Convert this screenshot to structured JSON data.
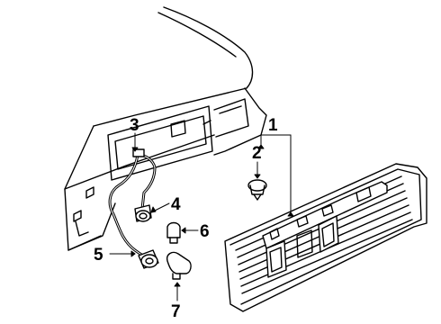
{
  "diagram": {
    "callouts": [
      {
        "id": "1",
        "label": "1",
        "part": "license-lamp-housing-assembly"
      },
      {
        "id": "2",
        "label": "2",
        "part": "push-retainer-clip"
      },
      {
        "id": "3",
        "label": "3",
        "part": "wiring-harness"
      },
      {
        "id": "4",
        "label": "4",
        "part": "bulb-socket"
      },
      {
        "id": "5",
        "label": "5",
        "part": "socket-and-harness"
      },
      {
        "id": "6",
        "label": "6",
        "part": "wedge-bulb"
      },
      {
        "id": "7",
        "label": "7",
        "part": "bulb"
      }
    ]
  },
  "colors": {
    "line": "#000000",
    "background": "#ffffff"
  }
}
